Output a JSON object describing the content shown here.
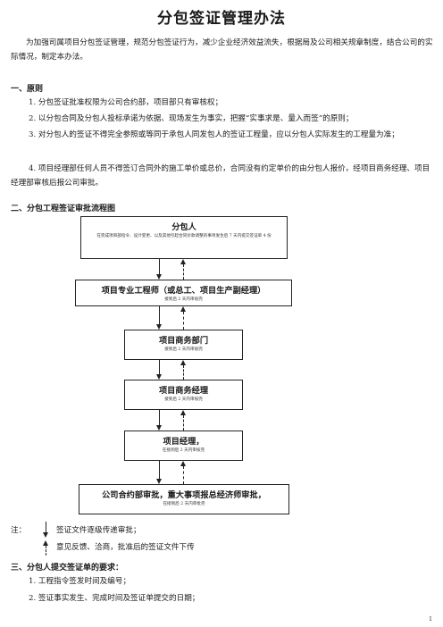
{
  "title": "分包签证管理办法",
  "intro": "为加强司属项目分包签证管理，规范分包签证行为，减少企业经济效益流失，根据局及公司相关规章制度，结合公司的实际情况，制定本办法。",
  "section1": {
    "heading": "一、原则",
    "items": [
      "1. 分包签证批准权限为公司合约部，项目部只有审核权；",
      "2. 以分包合同及分包人投标承诺为依据、现场发生为事实，把握“实事求是、量入而签”的原则；",
      "3. 对分包人的签证不得完全参照或等同于承包人同发包人的签证工程量，应以分包人实际发生的工程量为准；",
      "4. 项目经理部任何人员不得签订合同外的施工单价或总价，合同没有约定单价的由分包人报价，经项目商务经理、项目经理部审核后报公司审批。"
    ]
  },
  "section2": {
    "heading": "二、分包工程签证审批流程图",
    "boxes": [
      {
        "title": "分包人",
        "sub": "在完成项目部指令、设计变更、以及其他引起合同价款调整的事项发生后 7 天内提交签证单 4 份"
      },
      {
        "title": "项目专业工程师（或总工、项目生产副经理）",
        "sub": "接到后 2 天内审核完"
      },
      {
        "title": "项目商务部门",
        "sub": "接到后 2 天内审核完"
      },
      {
        "title": "项目商务经理",
        "sub": "接到后 2 天内审核完"
      },
      {
        "title": "项目经理，",
        "sub": "在接到后 2 天内审核完"
      },
      {
        "title": "公司合约部审批，重大事项报总经济师审批，",
        "sub": "在接到后 2 天内审批完"
      }
    ],
    "note_label": "注：",
    "note_down": "签证文件逐级传递审批；",
    "note_up": "意见反馈、洽商，批准后的签证文件下传"
  },
  "section3": {
    "heading": "三、分包人提交签证单的要求：",
    "items": [
      "1.  工程指令签发时间及编号；",
      "2.  签证事实发生、完成时间及签证单提交的日期；"
    ]
  },
  "page_number": "1"
}
